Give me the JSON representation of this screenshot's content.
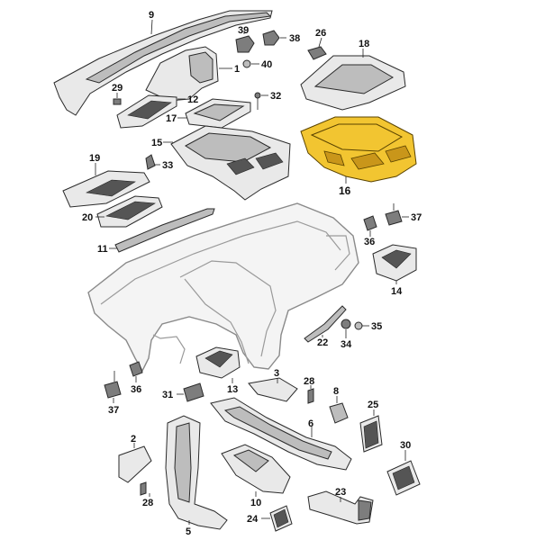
{
  "diagram": {
    "highlighted_part": "16",
    "highlight_color": "#f2c531",
    "labels": {
      "p1": "1",
      "p2": "2",
      "p5": "5",
      "p6": "6",
      "p8": "8",
      "p9": "9",
      "p10": "10",
      "p11": "11",
      "p12": "12",
      "p13": "13",
      "p14": "14",
      "p15": "15",
      "p16": "16",
      "p17": "17",
      "p18": "18",
      "p19": "19",
      "p20": "20",
      "p22": "22",
      "p23": "23",
      "p24": "24",
      "p25": "25",
      "p26": "26",
      "p28a": "28",
      "p28b": "28",
      "p29": "29",
      "p3": "3",
      "p30": "30",
      "p31": "31",
      "p32": "32",
      "p33": "33",
      "p34": "34",
      "p35": "35",
      "p36a": "36",
      "p36b": "36",
      "p37a": "37",
      "p37b": "37",
      "p38": "38",
      "p39": "39",
      "p40": "40"
    }
  }
}
